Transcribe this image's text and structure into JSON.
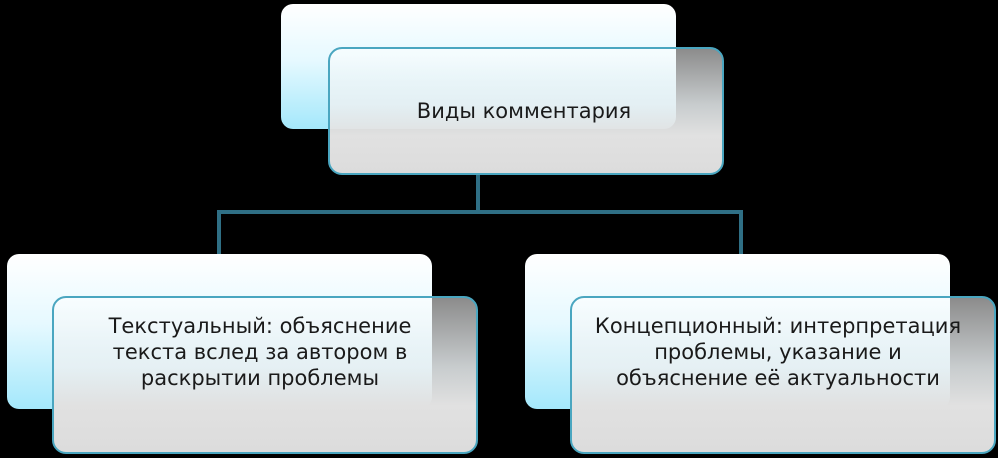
{
  "diagram": {
    "root": {
      "label": "Виды комментария"
    },
    "children": [
      {
        "label": "Текстуальный: объяснение текста вслед за автором  в раскрытии проблемы"
      },
      {
        "label": "Концепционный: интерпретация проблемы, указание и объяснение её актуальности"
      }
    ]
  },
  "colors": {
    "background": "#000000",
    "back_box_top": "#ffffff",
    "back_box_bottom": "#a4e8fb",
    "front_box": "#e1e1e1",
    "front_box_border": "#4aa6c0",
    "connector": "#2f6f85"
  }
}
